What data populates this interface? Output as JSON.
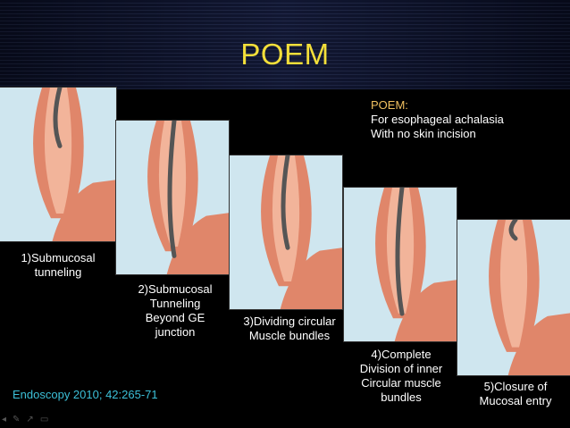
{
  "slide": {
    "title": "POEM",
    "info_lines": [
      "POEM:",
      "For esophageal achalasia",
      "With no skin incision"
    ],
    "citation": "Endoscopy 2010; 42:265-71",
    "steps": [
      {
        "line1": "1)Submucosal",
        "line2": "tunneling",
        "line3": "",
        "line4": ""
      },
      {
        "line1": "2)Submucosal",
        "line2": "Tunneling",
        "line3": "Beyond GE",
        "line4": "junction"
      },
      {
        "line1": "3)Dividing circular",
        "line2": "Muscle bundles",
        "line3": "",
        "line4": ""
      },
      {
        "line1": "4)Complete",
        "line2": "Division of inner",
        "line3": "Circular muscle",
        "line4": "bundles"
      },
      {
        "line1": "5)Closure of",
        "line2": "Mucosal entry",
        "line3": "",
        "line4": ""
      }
    ]
  },
  "colors": {
    "title": "#f3df3a",
    "info_heading": "#f0c060",
    "citation": "#3cc0d8",
    "muscle": "#e0866a",
    "mucosa": "#f2b49a",
    "panel_bg": "#cfe6ef"
  },
  "icons": [
    "prev-slide-icon",
    "pen-icon",
    "pointer-icon",
    "menu-icon"
  ]
}
